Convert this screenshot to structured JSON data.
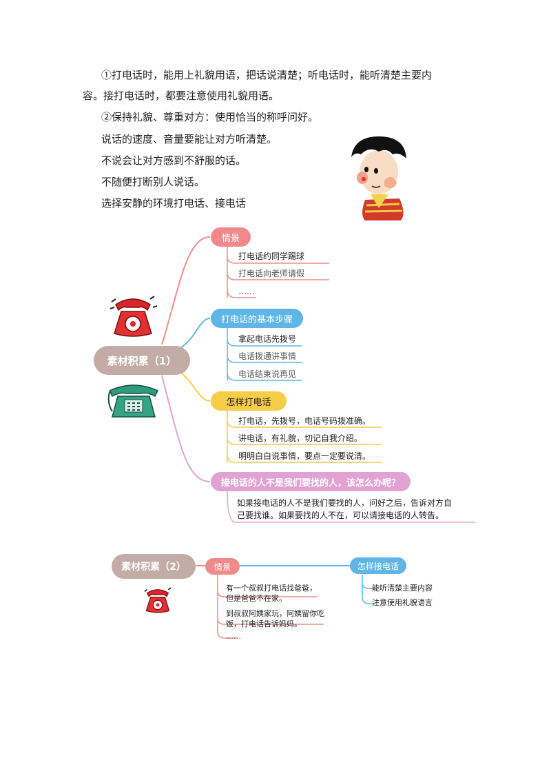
{
  "paragraphs": [
    "①打电话时，能用上礼貌用语，把话说清楚；听电话时，能听清楚主要内",
    "容。接打电话时，都要注意使用礼貌用语。",
    "②保持礼貌、尊重对方：使用恰当的称呼问好。",
    "说话的速度、音量要能让对方听清楚。",
    "不说会让对方感到不舒服的话。",
    "不随便打断别人说话。",
    "选择安静的环境打电话、接电话"
  ],
  "map1": {
    "center": "素材积累（1）",
    "branches": [
      {
        "title": "情景",
        "color": "#f08a8a",
        "items": [
          "打电话约同学踢球",
          "打电话向老师请假",
          "……"
        ]
      },
      {
        "title": "打电话的基本步骤",
        "color": "#5fb6e6",
        "items": [
          "拿起电话先拨号",
          "电话拨通讲事情",
          "电话结束说再见"
        ]
      },
      {
        "title": "怎样打电话",
        "color": "#f7cc49",
        "items": [
          "打电话，先拨号，电话号码拨准确。",
          "讲电话，有礼貌，切记自我介绍。",
          "明明白白说事情，要点一定要说清。"
        ]
      },
      {
        "title": "接电话的人不是我们要找的人，该怎么办呢？",
        "color": "#e1a1d3",
        "items": [
          "如果接电话的人不是我们要找的人，问好之后，告诉对方自",
          "己要找谁。如果要找的人不在，可以请接电话的人转告。"
        ]
      }
    ]
  },
  "map2": {
    "center": "素材积累（2）",
    "scene_title": "情景",
    "scene_items": [
      "有一个叔叔打电话找爸爸，",
      "但是爸爸不在家。",
      "到叔叔阿姨家玩，阿姨留你吃",
      "饭，打电话告诉妈妈。",
      "……"
    ],
    "how_title": "怎样接电话",
    "how_items": [
      "能听清楚主要内容",
      "注意使用礼貌语言"
    ]
  }
}
